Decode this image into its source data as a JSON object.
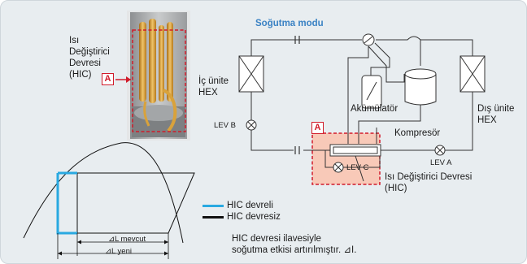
{
  "left": {
    "hic_label_lines": [
      "Isı",
      "Değiştirici",
      "Devresi",
      "(HIC)"
    ],
    "box_tag": "A"
  },
  "schematic": {
    "mode_title": "Soğutma modu",
    "indoor_hex_lines": [
      "İç ünite",
      "HEX"
    ],
    "outdoor_hex_lines": [
      "Dış ünite",
      "HEX"
    ],
    "accumulator": "Akümülatör",
    "compressor": "Kompresör",
    "lev_a": "LEV A",
    "lev_b": "LEV B",
    "lev_c": "LEV C",
    "hic_lines": [
      "Isı Değiştirici Devresi",
      "(HIC)"
    ],
    "box_tag": "A"
  },
  "ph_diagram": {
    "delta_current": "⊿L mevcut",
    "delta_new": "⊿L yeni"
  },
  "legend": {
    "with_hic": "HIC devreli",
    "without_hic": "HIC devresiz",
    "with_hic_color": "#29a9e1",
    "without_hic_color": "#111111"
  },
  "note_lines": [
    "HIC devresi ilavesiyle",
    "soğutma etkisi artırılmıştır. ⊿I."
  ]
}
